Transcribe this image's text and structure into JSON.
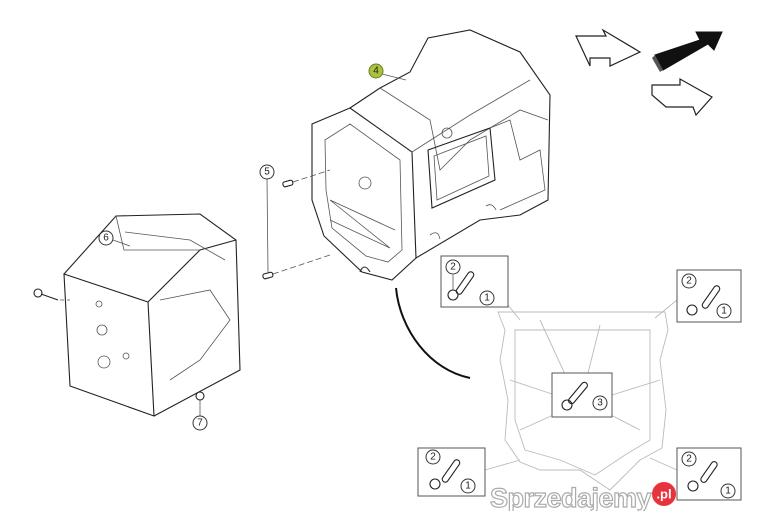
{
  "callouts": {
    "c1": "1",
    "c2": "2",
    "c3": "3",
    "c4": "4",
    "c5": "5",
    "c6": "6",
    "c7": "7"
  },
  "highlight_color": "#a9c23f",
  "watermark": {
    "text": "Sprzedajemy",
    "suffix": ".pl",
    "badge_color": "#e8323c"
  },
  "icons": [
    "view-arrow-back-icon",
    "view-arrow-forward-icon",
    "view-arrow-down-icon"
  ]
}
